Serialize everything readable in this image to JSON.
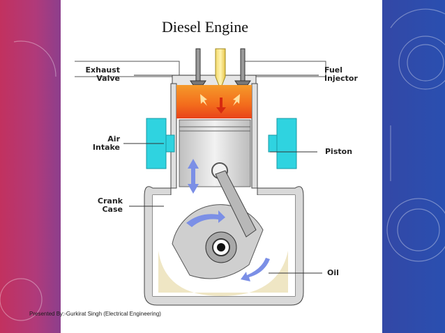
{
  "slide": {
    "title": "Diesel Engine",
    "footer": "Presented By:-Gurkirat Singh (Electrical Engineering)"
  },
  "labels": {
    "exhaust_valve": [
      "Exhaust",
      "Valve"
    ],
    "fuel_injector": [
      "Fuel",
      "Injector"
    ],
    "air_intake": [
      "Air",
      "Intake"
    ],
    "piston": "Piston",
    "crank_case": [
      "Crank",
      "Case"
    ],
    "oil": "Oil"
  },
  "colors": {
    "background_left": "#c2315f",
    "background_right": "#2a4fb0",
    "combustion": "#f57f1f",
    "air_intake": "#2fd3e0",
    "flow_arrow": "#7b8fe6",
    "case_fill": "#d9d9d9",
    "oil": "#efe6c4"
  }
}
